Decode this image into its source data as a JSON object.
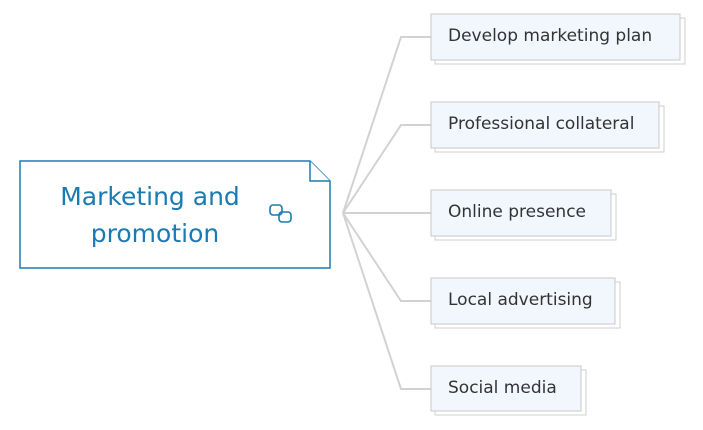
{
  "root": {
    "line1": "Marketing and",
    "line2": "promotion",
    "icon": "link-icon"
  },
  "children": [
    {
      "label": "Develop marketing plan"
    },
    {
      "label": "Professional collateral"
    },
    {
      "label": "Online presence"
    },
    {
      "label": "Local advertising"
    },
    {
      "label": "Social media"
    }
  ],
  "colors": {
    "accent": "#1a7bb4",
    "connector": "#d2d2d2",
    "child_fill": "#f2f7fd",
    "child_text": "#333333"
  }
}
